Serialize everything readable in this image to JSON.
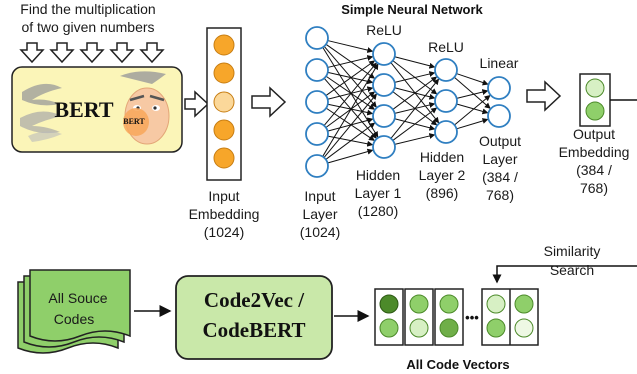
{
  "task": {
    "line1": "Find the multiplication",
    "line2": "of two given numbers"
  },
  "bert": {
    "label": "BERT",
    "badge": "BERT"
  },
  "input_embedding": {
    "line1": "Input",
    "line2": "Embedding",
    "line3": "(1024)"
  },
  "network": {
    "title": "Simple Neural Network",
    "input_layer": {
      "line1": "Input",
      "line2": "Layer",
      "line3": "(1024)"
    },
    "hidden1": {
      "activation": "ReLU",
      "line1": "Hidden",
      "line2": "Layer 1",
      "line3": "(1280)"
    },
    "hidden2": {
      "activation": "ReLU",
      "line1": "Hidden",
      "line2": "Layer 2",
      "line3": "(896)"
    },
    "output_layer": {
      "activation": "Linear",
      "line1": "Output",
      "line2": "Layer",
      "line3": "(384 /",
      "line4": "768)"
    }
  },
  "output_embedding": {
    "line1": "Output",
    "line2": "Embedding",
    "line3": "(384 /",
    "line4": "768)"
  },
  "search": {
    "line1": "Similarity",
    "line2": "Search"
  },
  "source_codes": {
    "line1": "All Souce",
    "line2": "Codes"
  },
  "encoder": {
    "line1": "Code2Vec /",
    "line2": "CodeBERT"
  },
  "code_vectors": {
    "label": "All Code Vectors",
    "ellipsis": "•••"
  },
  "colors": {
    "neuron_fill": "#ffffff",
    "neuron_stroke": "#2f7fc1",
    "embed_orange": "#f7a62a",
    "embed_light": "#fbd89a",
    "green_dark": "#4c8a2a",
    "green_mid": "#8fcf6a",
    "green_light": "#d7f0c4",
    "box_green": "#c9e8a9",
    "bert_bg": "#fbf5b8"
  }
}
